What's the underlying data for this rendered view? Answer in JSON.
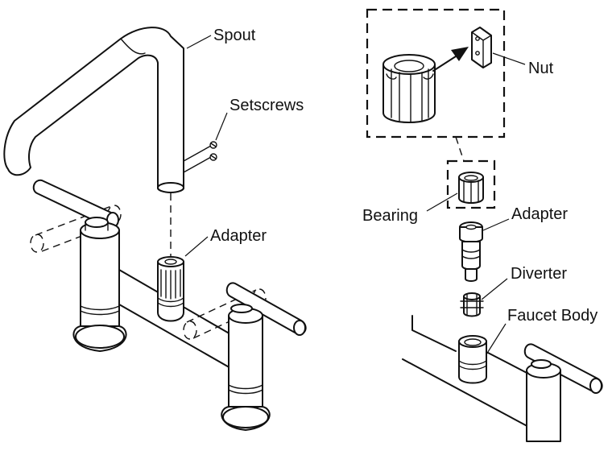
{
  "labels": {
    "spout": "Spout",
    "setscrews": "Setscrews",
    "adapter_left": "Adapter",
    "nut": "Nut",
    "bearing": "Bearing",
    "adapter_right": "Adapter",
    "diverter": "Diverter",
    "faucet_body": "Faucet Body"
  }
}
